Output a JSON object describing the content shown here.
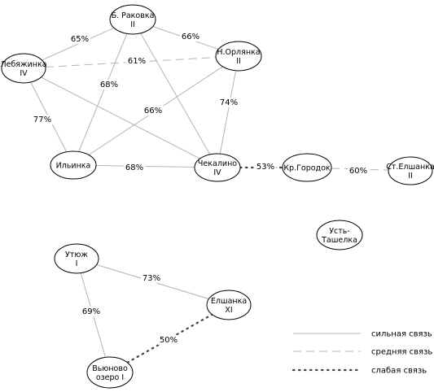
{
  "nodes": {
    "rakovka": [
      "Б. Раковка",
      "II"
    ],
    "lebyazhinka": [
      "Лебяжинка",
      "IV"
    ],
    "orlyanka": [
      "Н.Орлянка",
      "II"
    ],
    "ilyinka": [
      "Ильинка"
    ],
    "chekalino": [
      "Чекалино",
      "IV"
    ],
    "gorodok": [
      "Кр.Городок"
    ],
    "elshanka2": [
      "Ст.Елшанка",
      "II"
    ],
    "ust_tashelka": [
      "Усть-",
      "Ташелка"
    ],
    "utyuzh": [
      "Утюж",
      "I"
    ],
    "elshanka11": [
      "Елшанка",
      "XI"
    ],
    "vyunovo": [
      "Вьюново",
      "озеро I"
    ]
  },
  "edges": {
    "lebyazhinka_rakovka": {
      "label": "65%",
      "type": "strong"
    },
    "rakovka_orlyanka": {
      "label": "66%",
      "type": "strong"
    },
    "lebyazhinka_orlyanka": {
      "label": "61%",
      "type": "medium"
    },
    "rakovka_ilyinka": {
      "label": "68%",
      "type": "strong"
    },
    "lebyazhinka_ilyinka": {
      "label": "77%",
      "type": "strong"
    },
    "orlyanka_ilyinka": {
      "label": "66%",
      "type": "strong"
    },
    "orlyanka_chekalino": {
      "label": "74%",
      "type": "strong"
    },
    "ilyinka_chekalino": {
      "label": "68%",
      "type": "strong"
    },
    "rakovka_chekalino": {
      "label": "",
      "type": "strong"
    },
    "lebyazhinka_chekalino": {
      "label": "",
      "type": "strong"
    },
    "chekalino_gorodok": {
      "label": "53%",
      "type": "weak"
    },
    "gorodok_elshanka2": {
      "label": "60%",
      "type": "medium"
    },
    "utyuzh_elshanka11": {
      "label": "73%",
      "type": "strong"
    },
    "utyuzh_vyunovo": {
      "label": "69%",
      "type": "strong"
    },
    "vyunovo_elshanka11": {
      "label": "50%",
      "type": "weak"
    }
  },
  "legend": {
    "strong": "сильная связь",
    "medium": "средняя связь",
    "weak": "слабая связь"
  }
}
